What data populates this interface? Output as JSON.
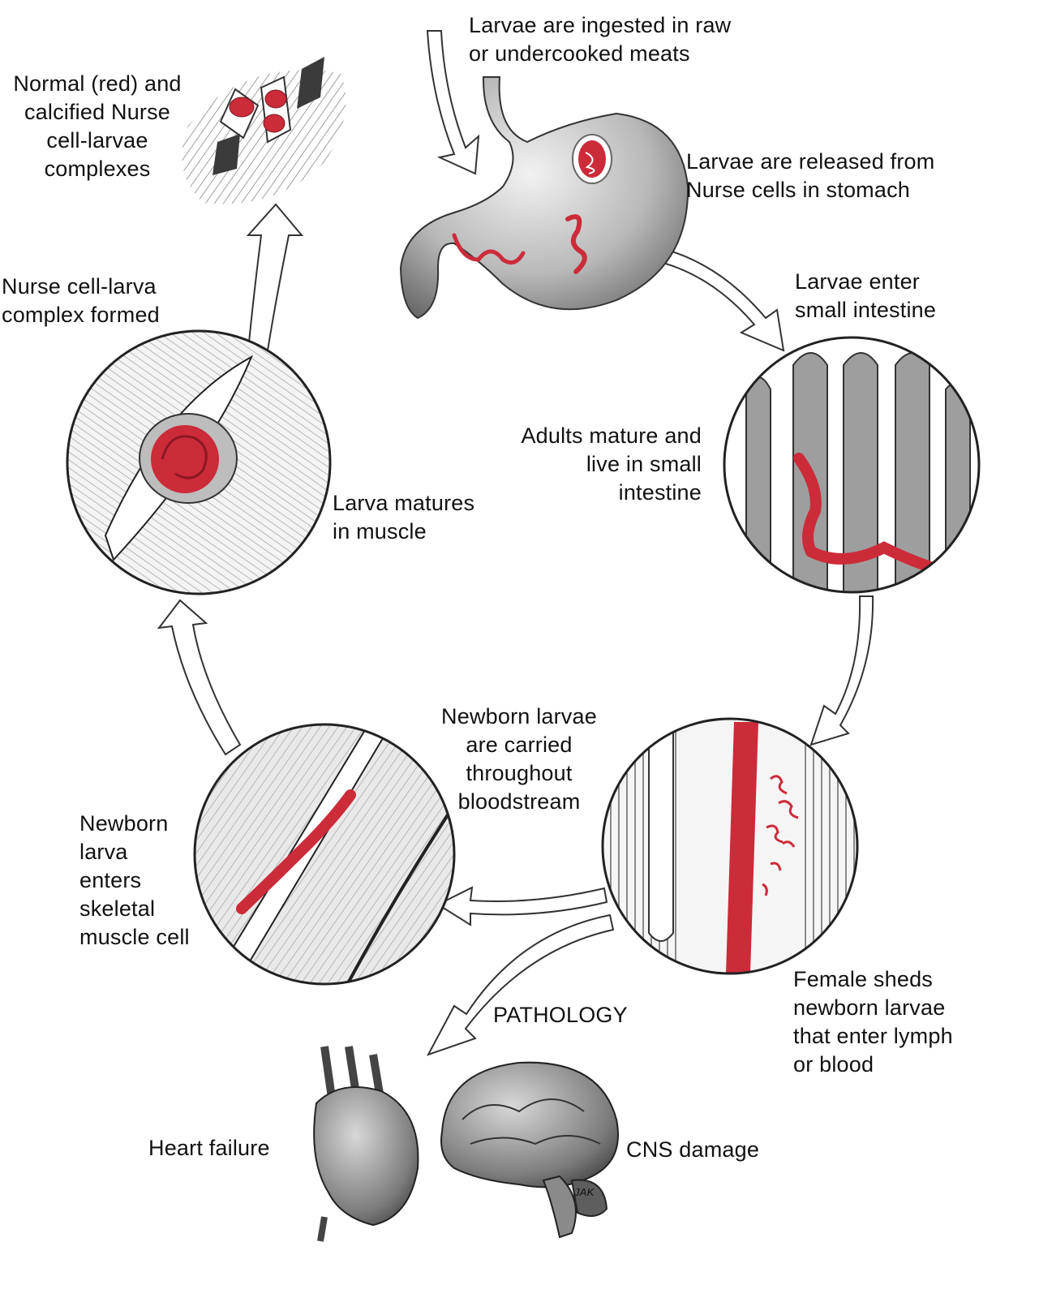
{
  "labels": {
    "ingestion": "Larvae are ingested in raw\nor undercooked meats",
    "released": "Larvae are released from\nNurse cells in stomach",
    "enter_intestine": "Larvae enter\nsmall intestine",
    "adults_mature": "Adults mature and\nlive in small\nintestine",
    "female_sheds": "Female sheds\nnewborn larvae\nthat enter lymph\nor blood",
    "carried_bloodstream": "Newborn larvae\nare carried\nthroughout\nbloodstream",
    "enters_muscle": "Newborn\nlarva\nenters\nskeletal\nmuscle cell",
    "matures_muscle": "Larva matures\nin muscle",
    "complex_formed": "Nurse cell-larva\ncomplex formed",
    "calcified": "Normal (red) and\ncalcified Nurse\ncell-larvae\ncomplexes",
    "pathology": "PATHOLOGY",
    "heart_failure": "Heart failure",
    "cns_damage": "CNS damage",
    "signature": "JAK"
  },
  "colors": {
    "worm_red": "#cc2b3a",
    "tissue_gray": "#9a9a9a",
    "dark_gray": "#555555",
    "outline": "#222222"
  }
}
